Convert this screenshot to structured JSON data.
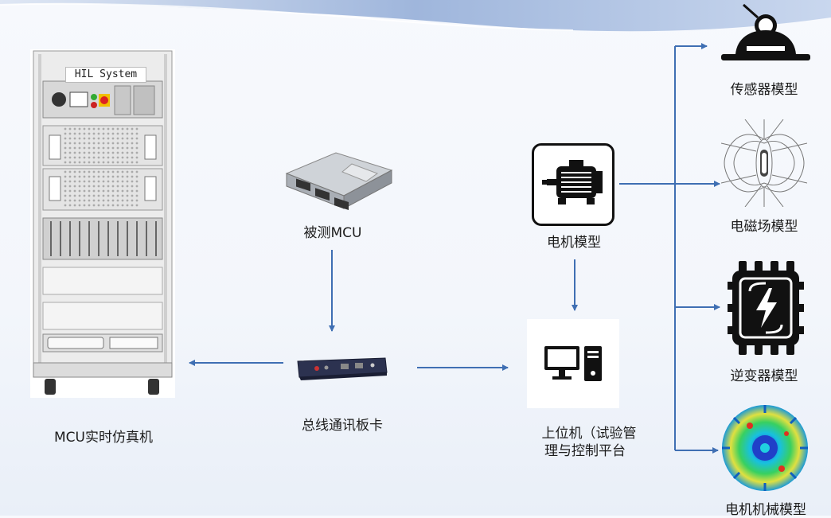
{
  "header": {
    "wave_color": "#8fa8d4"
  },
  "nodes": {
    "simulator": {
      "label": "MCU实时仿真机",
      "panel_title": "HIL System"
    },
    "dut": {
      "label": "被测MCU"
    },
    "bus_card": {
      "label": "总线通讯板卡"
    },
    "host": {
      "label_line1": "上位机（试验管",
      "label_line2": "理与控制平台"
    },
    "motor": {
      "label": "电机模型"
    }
  },
  "models": [
    {
      "label": "传感器模型",
      "icon": "sensor-icon"
    },
    {
      "label": "电磁场模型",
      "icon": "magnetic-field-icon"
    },
    {
      "label": "逆变器模型",
      "icon": "inverter-chip-icon"
    },
    {
      "label": "电机机械模型",
      "icon": "motor-mechanics-icon"
    }
  ],
  "colors": {
    "arrow": "#3f6fb3",
    "dark": "#111111"
  }
}
